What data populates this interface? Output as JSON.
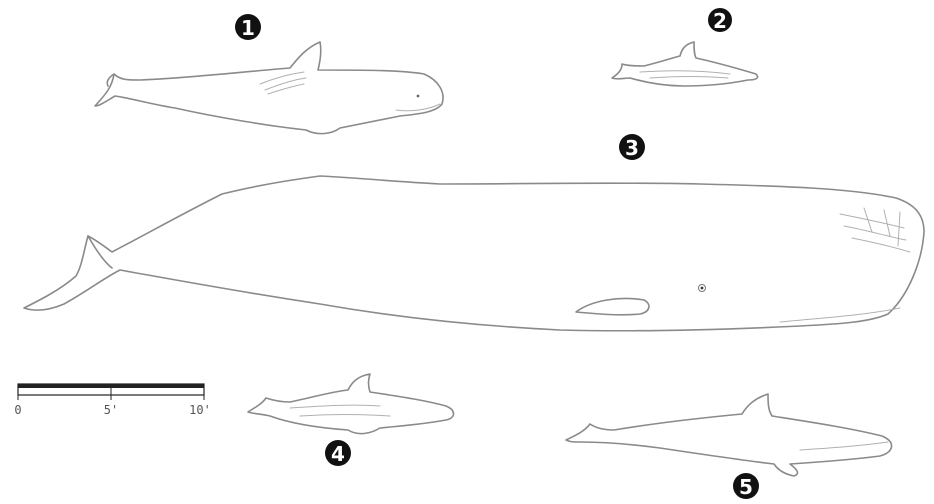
{
  "badges": [
    "1",
    "2",
    "3",
    "4",
    "5"
  ],
  "scale_bar": {
    "tick_labels": [
      "0",
      "5'",
      "10'"
    ]
  },
  "colors": {
    "outline": "#8a8a8a",
    "badge": "#111111",
    "badge_text": "#ffffff"
  }
}
